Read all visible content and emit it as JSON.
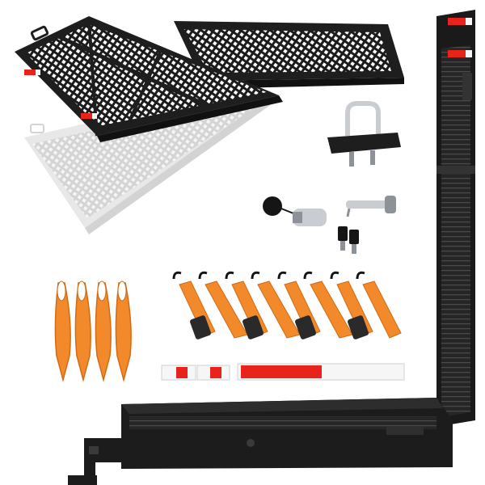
{
  "image": {
    "subject": "product-kit",
    "background_color": "#ffffff"
  },
  "colors": {
    "steel_black": "#1c1c1c",
    "steel_dark": "#2a2a2a",
    "steel_mid": "#3a3a3a",
    "ghost_gray": "#d9d9d9",
    "ghost_light": "#ececec",
    "strap_orange": "#f28a2c",
    "strap_orange_dark": "#d46a12",
    "reflector_red": "#e8231c",
    "reflector_white": "#f6f6f6",
    "chrome": "#c9cdd1",
    "chrome_dark": "#8d9298"
  },
  "components": {
    "loop_straps": 4,
    "ratchet_straps": 8,
    "reflector_strips": 3,
    "keys": 2
  }
}
